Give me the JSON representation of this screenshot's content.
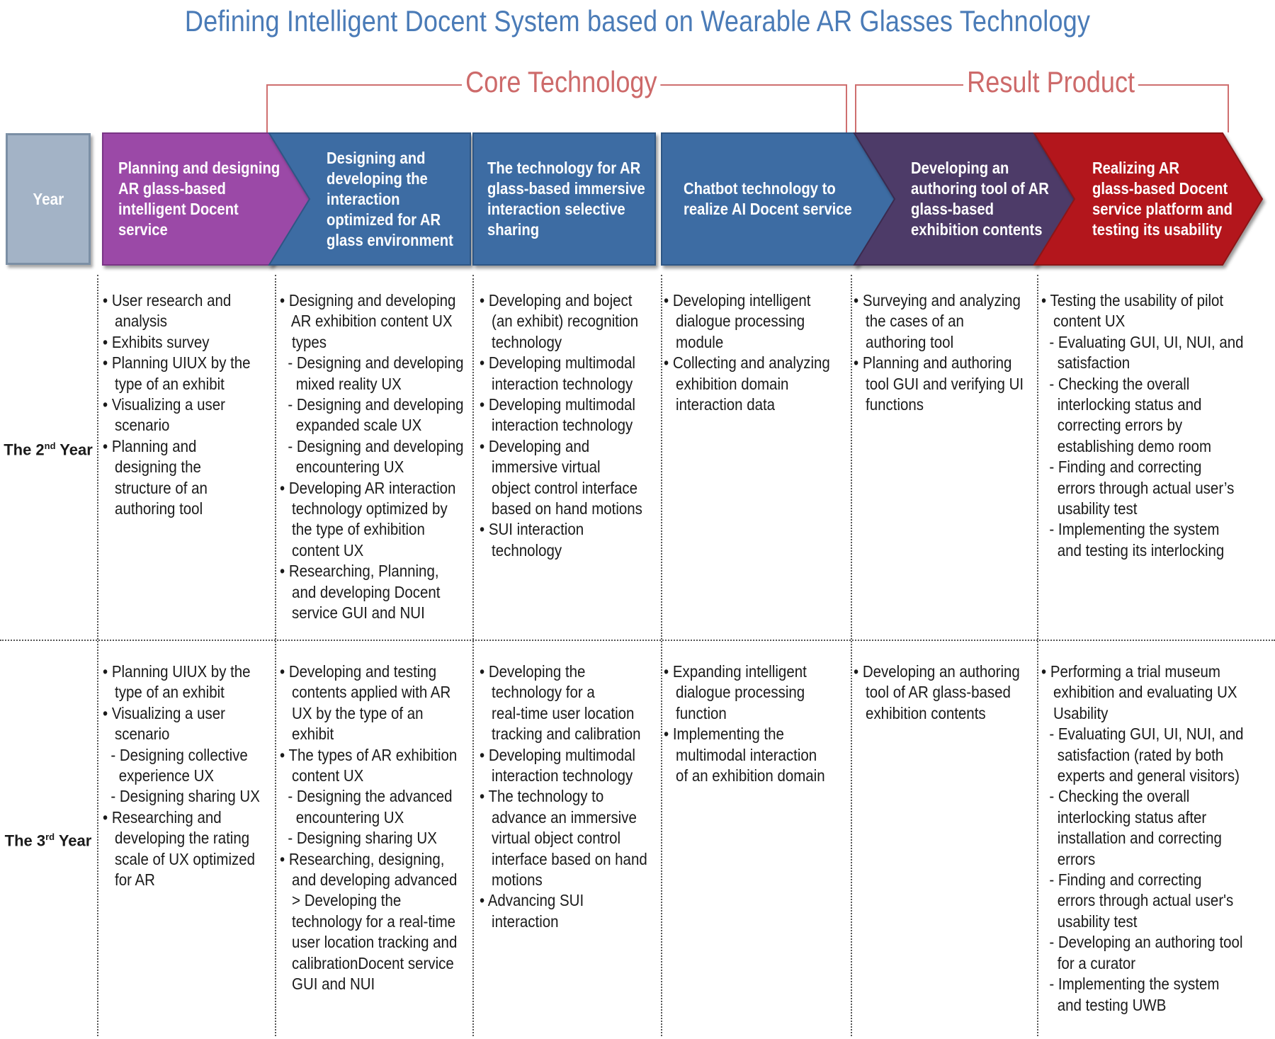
{
  "title": "Defining Intelligent Docent System based on Wearable AR Glasses Technology",
  "brackets": [
    {
      "label": "Core Technology"
    },
    {
      "label": "Result Product"
    }
  ],
  "colors": {
    "title": "#4a7bb7",
    "bracket": "#cd6a6a",
    "year_box": "#a3b3c6",
    "purple": "#9b4aa7",
    "blue": "#3d6ca3",
    "dark_purple": "#4e3b67",
    "red": "#b3191e"
  },
  "header": {
    "year_label": "Year",
    "stages": [
      {
        "label": "Planning and designing\nAR glass-based\nintelligent Docent\nservice",
        "color": "#9b4aa7"
      },
      {
        "label": "Designing and\ndeveloping the\ninteraction\noptimized for AR\nglass environment",
        "color": "#3d6ca3"
      },
      {
        "label": "The technology for AR\nglass-based immersive\ninteraction selective\nsharing",
        "color": "#3d6ca3"
      },
      {
        "label": "Chatbot technology to\nrealize AI Docent service",
        "color": "#3d6ca3"
      },
      {
        "label": "Developing an\nauthoring tool of AR\nglass-based\nexhibition contents",
        "color": "#4e3b67"
      },
      {
        "label": "Realizing AR\nglass-based Docent\nservice platform and\ntesting its usability",
        "color": "#b3191e"
      }
    ]
  },
  "rows": [
    {
      "year_prefix": "The 2",
      "year_sup": "nd",
      "year_suffix": " Year",
      "cells": [
        "• User research and\n   analysis\n• Exhibits survey\n• Planning UIUX by the\n   type of an exhibit\n• Visualizing a user\n   scenario\n• Planning and\n   designing the\n   structure of an\n   authoring tool",
        "• Designing and developing\n   AR exhibition content UX\n   types\n  - Designing and developing\n    mixed reality UX\n  - Designing and developing\n    expanded scale UX\n  - Designing and developing\n    encountering UX\n• Developing AR interaction\n   technology optimized by\n   the type of exhibition\n   content UX\n• Researching, Planning,\n   and developing Docent\n   service GUI and NUI",
        "• Developing and boject\n   (an exhibit) recognition\n   technology\n• Developing multimodal\n   interaction technology\n• Developing multimodal\n   interaction technology\n• Developing and\n   immersive virtual\n   object control interface\n   based on hand motions\n• SUI interaction\n   technology",
        "• Developing intelligent\n   dialogue processing\n   module\n• Collecting and analyzing\n   exhibition domain\n   interaction data",
        "• Surveying and analyzing\n   the cases of an\n   authoring tool\n• Planning and authoring\n   tool GUI and verifying UI\n   functions",
        "• Testing the usability of pilot\n   content UX\n  - Evaluating GUI, UI, NUI, and\n    satisfaction\n  - Checking the overall\n    interlocking status and\n    correcting errors by\n    establishing demo room\n  - Finding and correcting\n    errors through actual user’s\n    usability test\n  - Implementing the system\n    and testing its interlocking"
      ]
    },
    {
      "year_prefix": "The 3",
      "year_sup": "rd",
      "year_suffix": " Year",
      "cells": [
        "• Planning UIUX by the\n   type of an exhibit\n• Visualizing a user\n   scenario\n  - Designing collective\n    experience UX\n  - Designing sharing UX\n• Researching and\n   developing the rating\n   scale of UX optimized\n   for AR",
        "• Developing and testing\n   contents applied with AR\n   UX by the type of an\n   exhibit\n• The types of AR exhibition\n   content UX\n  - Designing the advanced\n    encountering UX\n  - Designing sharing UX\n• Researching, designing,\n   and developing advanced\n   > Developing the\n   technology for a real-time\n   user location tracking and\n   calibrationDocent service\n   GUI and NUI",
        "• Developing the\n   technology for a\n   real-time user location\n   tracking and calibration\n• Developing multimodal\n   interaction technology\n• The technology to\n   advance an immersive\n   virtual object control\n   interface based on hand\n   motions\n• Advancing SUI\n   interaction",
        "• Expanding intelligent\n   dialogue processing\n   function\n• Implementing the\n   multimodal interaction\n   of an exhibition domain",
        "• Developing an authoring\n   tool of AR glass-based\n   exhibition contents",
        "• Performing a trial museum\n   exhibition and evaluating UX\n   Usability\n  - Evaluating GUI, UI, NUI, and\n    satisfaction (rated by both\n    experts and general visitors)\n  - Checking the overall\n    interlocking status after\n    installation and correcting\n    errors\n  - Finding and correcting\n    errors through actual user's\n    usability test\n  - Developing an authoring tool\n    for a curator\n  - Implementing the system\n    and testing UWB"
      ]
    }
  ]
}
